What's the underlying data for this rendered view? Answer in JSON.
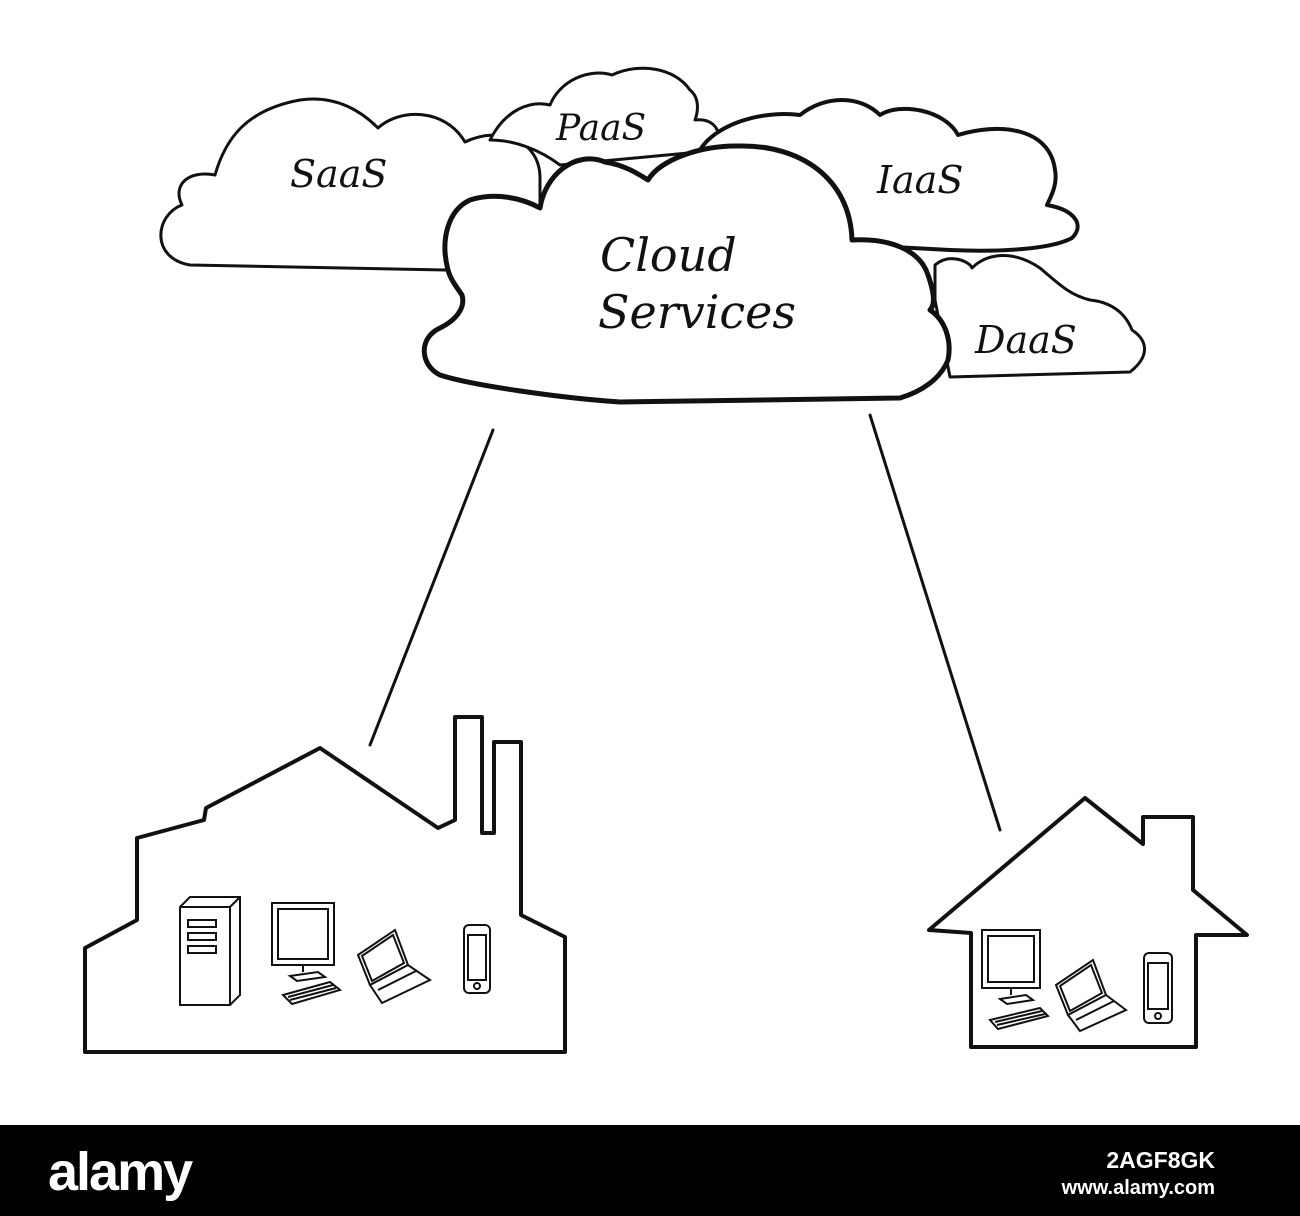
{
  "diagram": {
    "main_cloud": "Cloud Services",
    "main_cloud_lines": [
      "Cloud",
      "Services"
    ],
    "service_clouds": [
      "SaaS",
      "PaaS",
      "IaaS",
      "DaaS"
    ],
    "stroke_color": "#111111",
    "background_color": "#ffffff",
    "icons": [
      "factory-building-icon",
      "server-tower-icon",
      "desktop-monitor-icon",
      "keyboard-icon",
      "laptop-icon",
      "smartphone-icon",
      "house-icon"
    ]
  },
  "watermark": {
    "logo": "alamy",
    "image_code": "2AGF8GK",
    "url": "www.alamy.com",
    "bar_color": "#000000"
  }
}
